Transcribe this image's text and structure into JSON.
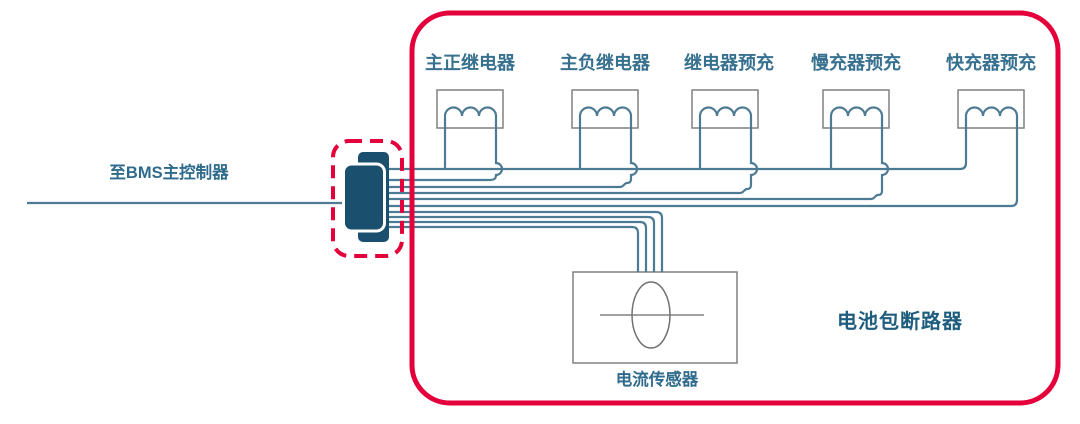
{
  "diagram": {
    "title_label": "电池包断路器",
    "bms_label": "至BMS主控制器",
    "sensor_label": "电流传感器",
    "relays": [
      {
        "label": "主正继电器"
      },
      {
        "label": "主负继电器"
      },
      {
        "label": "继电器预充"
      },
      {
        "label": "慢充器预充"
      },
      {
        "label": "快充器预充"
      }
    ],
    "colors": {
      "accent_red": "#e4003b",
      "wire_teal": "#4e7b94",
      "component_gray": "#808080",
      "connector_navy": "#1a506e",
      "label_blue": "#37718f",
      "title_blue": "#1e5d7e"
    }
  }
}
